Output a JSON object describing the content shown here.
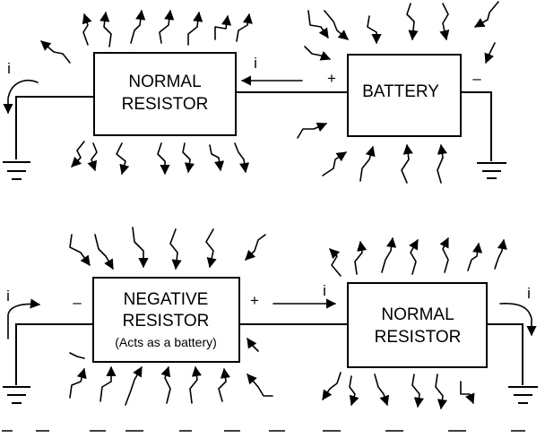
{
  "top_circuit": {
    "resistor_label_line1": "NORMAL",
    "resistor_label_line2": "RESISTOR",
    "battery_label": "BATTERY",
    "plus_sign": "+",
    "minus_sign": "–",
    "current_left": "i",
    "current_middle": "i"
  },
  "bottom_circuit": {
    "neg_resistor_line1": "NEGATIVE",
    "neg_resistor_line2": "RESISTOR",
    "neg_resistor_note": "(Acts as a battery)",
    "normal_resistor_line1": "NORMAL",
    "normal_resistor_line2": "RESISTOR",
    "minus_sign": "–",
    "plus_sign": "+",
    "current_left": "i",
    "current_middle": "i",
    "current_right": "i"
  }
}
